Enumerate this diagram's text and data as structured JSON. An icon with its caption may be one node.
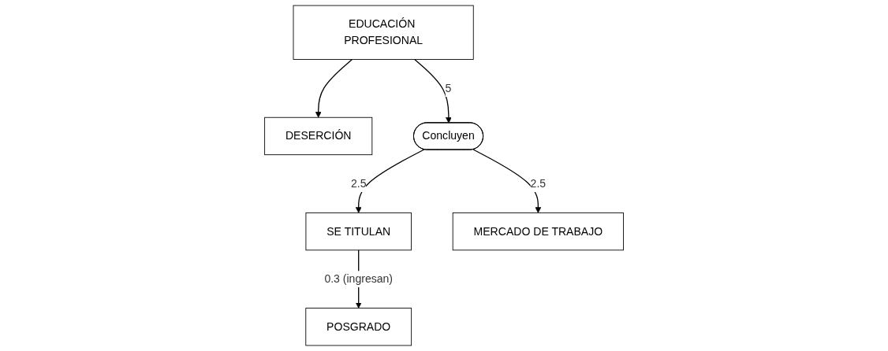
{
  "diagram": {
    "nodes": [
      {
        "text": [
          "EDUCACIÓN PROFESIONAL"
        ]
      },
      {
        "text": [
          "DESERCIÓN"
        ]
      },
      {
        "text": [
          "Concluyen"
        ]
      },
      {
        "text": [
          "SE TITULAN"
        ]
      },
      {
        "text": [
          "MERCADO DE TRABAJO"
        ]
      },
      {
        "text": [
          "POSGRADO"
        ]
      }
    ],
    "edges": [
      {
        "from": 0,
        "to": 1,
        "arrow": "to"
      },
      {
        "from": 0,
        "to": 2,
        "arrow": "to",
        "label": "5"
      },
      {
        "from": 2,
        "to": 3,
        "arrow": "to",
        "label": "2.5"
      },
      {
        "from": 2,
        "to": 4,
        "arrow": "to",
        "label": "2.5"
      },
      {
        "from": 3,
        "to": 5,
        "arrow": "to",
        "label": "0.3 (ingresan)"
      }
    ]
  }
}
